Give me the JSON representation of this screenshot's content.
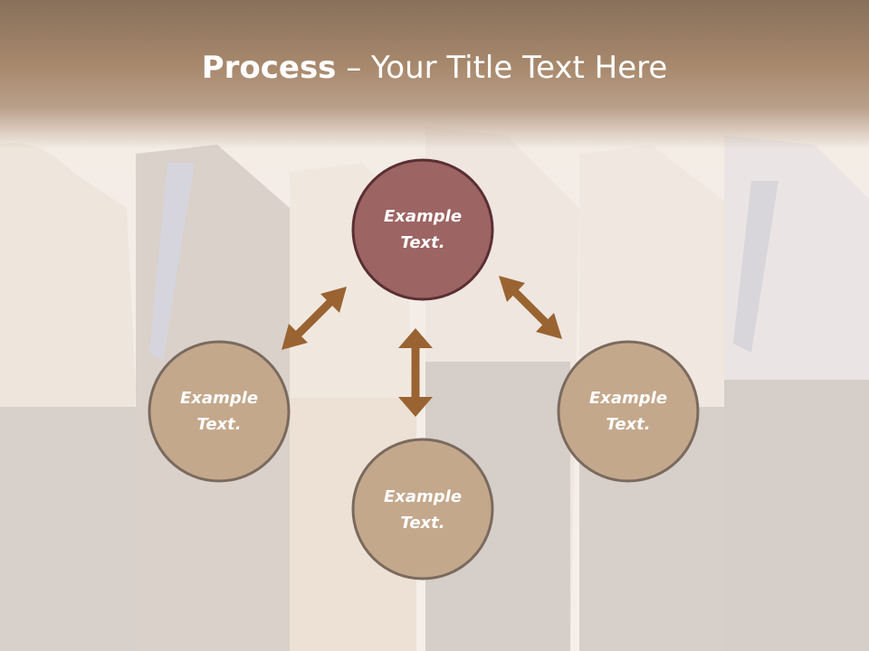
{
  "slide": {
    "title_bold": "Process",
    "title_rest": " – Your Title Text Here"
  },
  "nodes": [
    {
      "id": "top",
      "line1": "Example",
      "line2": "Text.",
      "fill": "#9c6462"
    },
    {
      "id": "left",
      "line1": "Example",
      "line2": "Text.",
      "fill": "#c4a88c"
    },
    {
      "id": "bottom",
      "line1": "Example",
      "line2": "Text.",
      "fill": "#c4a88c"
    },
    {
      "id": "right",
      "line1": "Example",
      "line2": "Text.",
      "fill": "#c4a88c"
    }
  ],
  "colors": {
    "arrow": "#9a6332",
    "node_border": "#7a6a5e",
    "top_node_border": "#5a2f34",
    "header": "#a8896d"
  }
}
